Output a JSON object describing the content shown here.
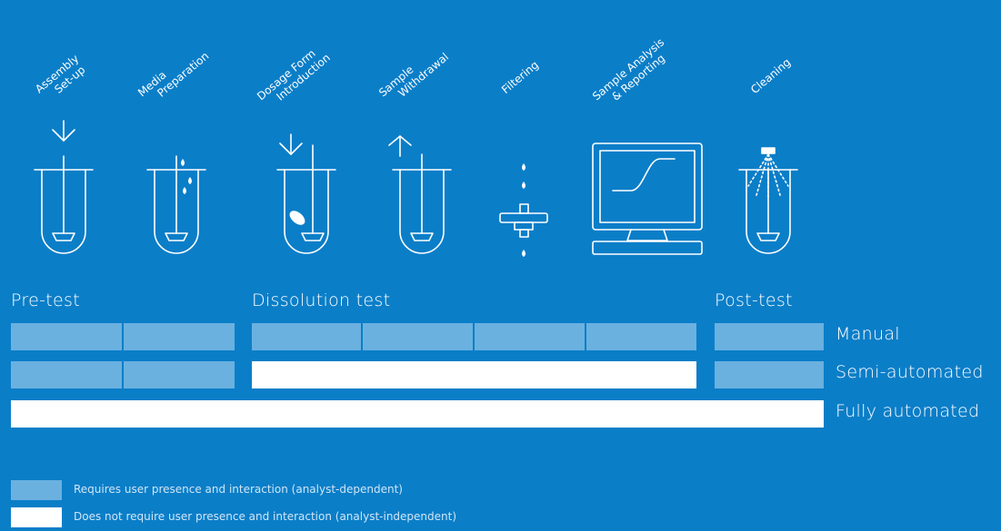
{
  "colors": {
    "background": "#0b7ec8",
    "analyst_dependent": "#6ab1e0",
    "analyst_independent": "#ffffff",
    "line": "#ffffff"
  },
  "steps": [
    {
      "lines": [
        "Assembly",
        "Set-up"
      ],
      "icon": "vessel-with-down-arrow-icon"
    },
    {
      "lines": [
        "Media",
        "Preparation"
      ],
      "icon": "vessel-with-drops-icon"
    },
    {
      "lines": [
        "Dosage Form",
        "Introduction"
      ],
      "icon": "vessel-with-tablet-icon"
    },
    {
      "lines": [
        "Sample",
        "Withdrawal"
      ],
      "icon": "vessel-with-up-arrow-icon"
    },
    {
      "lines": [
        "Filtering"
      ],
      "icon": "syringe-filter-icon"
    },
    {
      "lines": [
        "Sample Analysis",
        "& Reporting"
      ],
      "icon": "computer-monitor-icon"
    },
    {
      "lines": [
        "Cleaning"
      ],
      "icon": "vessel-with-spray-icon"
    }
  ],
  "phases": {
    "pre": "Pre-test",
    "dissolution": "Dissolution test",
    "post": "Post-test"
  },
  "rows": [
    {
      "label": "Manual",
      "pre": "dependent",
      "dissolution": "dependent",
      "post": "dependent"
    },
    {
      "label": "Semi-automated",
      "pre": "dependent",
      "dissolution": "independent",
      "post": "dependent"
    },
    {
      "label": "Fully automated",
      "pre": "independent",
      "dissolution": "independent",
      "post": "independent"
    }
  ],
  "legend": [
    {
      "type": "dependent",
      "text": "Requires user presence and interaction (analyst-dependent)"
    },
    {
      "type": "independent",
      "text": "Does not require user presence and interaction (analyst-independent)"
    }
  ]
}
